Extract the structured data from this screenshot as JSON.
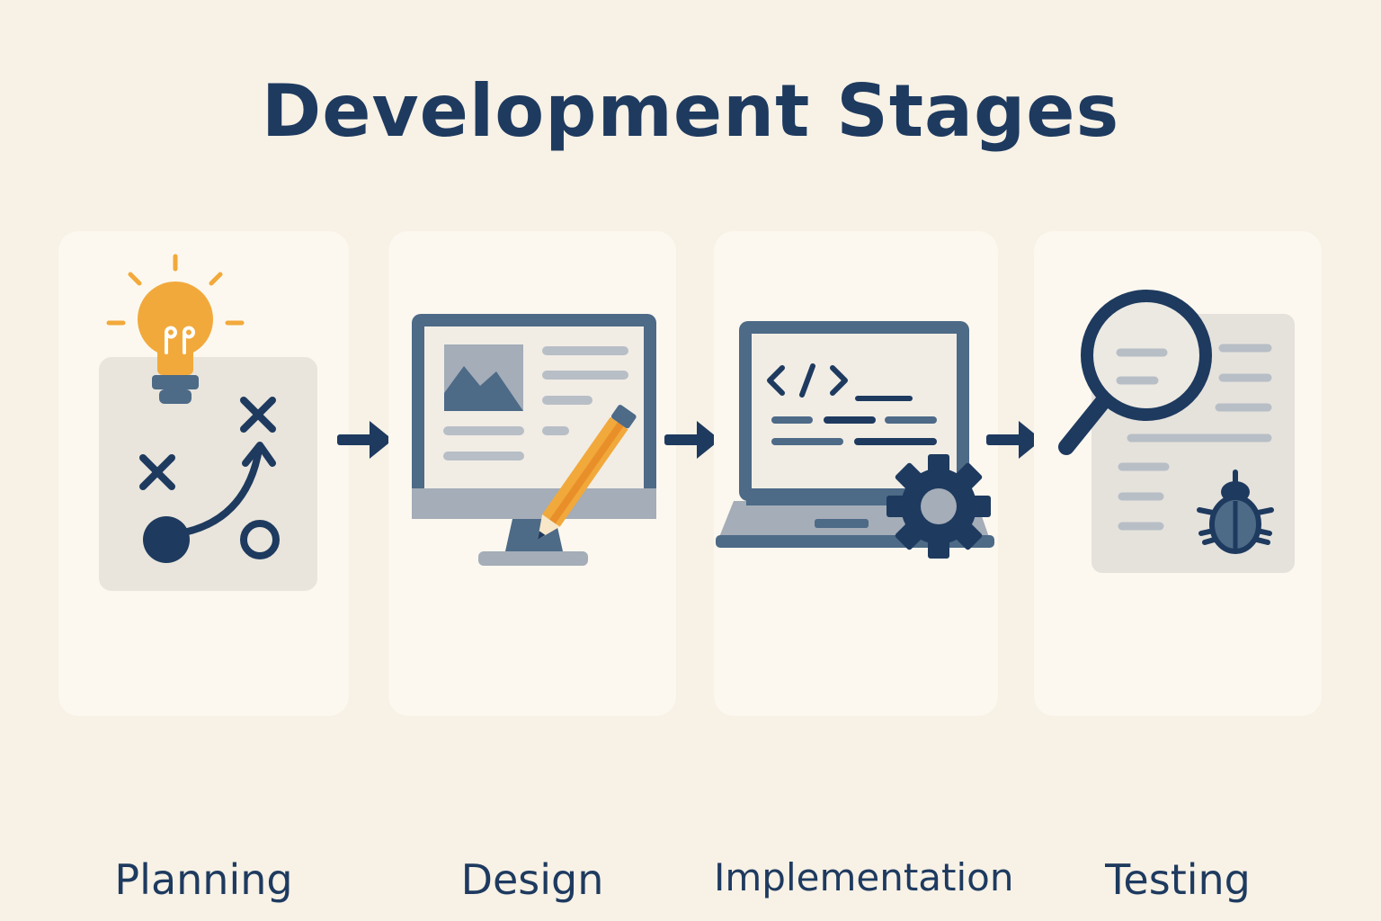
{
  "title": "Development Stages",
  "stages": [
    {
      "label": "Planning",
      "icon": "strategy-board-icon"
    },
    {
      "label": "Design",
      "icon": "monitor-pencil-icon"
    },
    {
      "label": "Implementation",
      "icon": "laptop-code-gear-icon"
    },
    {
      "label": "Testing",
      "icon": "magnifier-bug-icon"
    }
  ],
  "colors": {
    "background": "#f7f1e6",
    "card": "#fcf8ef",
    "navy": "#1e3a5f",
    "slate": "#4d6a87",
    "accent": "#f2a93b"
  }
}
